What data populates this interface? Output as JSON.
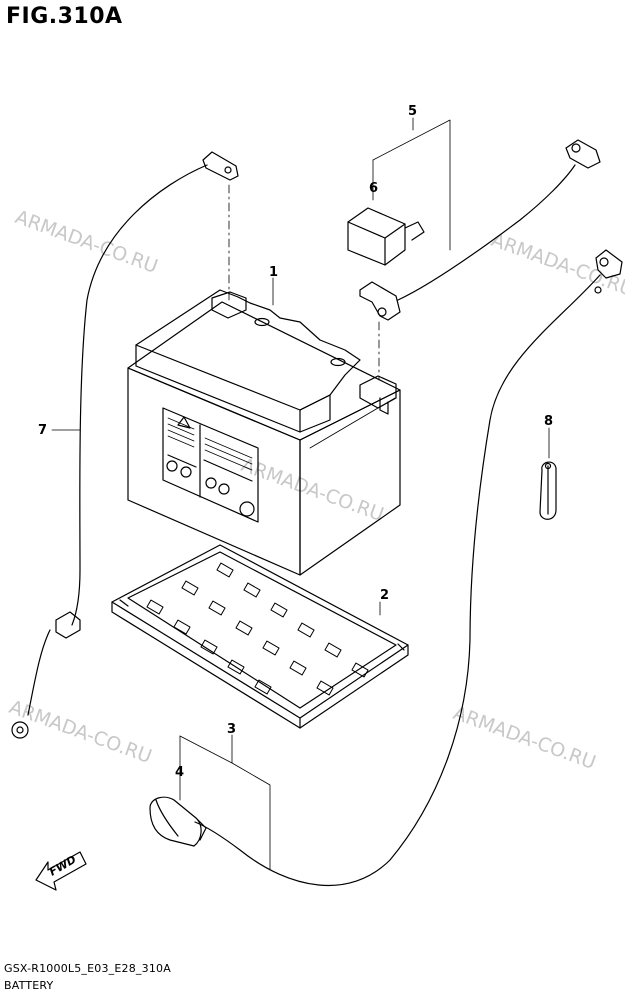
{
  "figure": {
    "title": "FIG.310A",
    "code": "GSX-R1000L5_E03_E28_310A",
    "name": "BATTERY"
  },
  "watermark": "ARMADA-CO.RU",
  "direction_label": "FWD",
  "callouts": [
    "1",
    "2",
    "3",
    "4",
    "5",
    "6",
    "7",
    "8"
  ]
}
